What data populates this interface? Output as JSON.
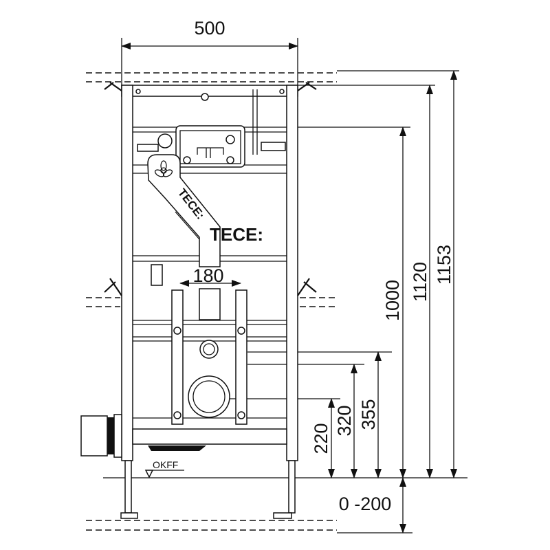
{
  "drawing": {
    "brand_logo": "TECE:",
    "pipe_logo": "TECE:",
    "floor_label": "OKFF",
    "dimensions": {
      "width": "500",
      "pipe_spacing": "180",
      "height_total": "1153",
      "height_frame": "1120",
      "height_cistern": "1000",
      "height_355": "355",
      "height_320": "320",
      "height_220": "220",
      "leg_adjust": "0 -200"
    }
  }
}
